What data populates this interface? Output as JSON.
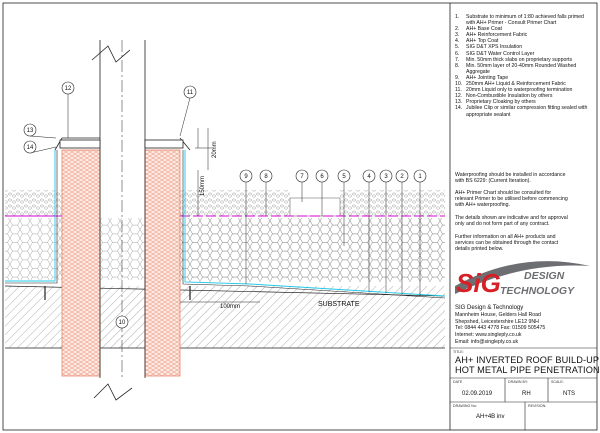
{
  "colors": {
    "brick": "#e8846a",
    "brick_fill": "#fde9e2",
    "magenta": "#d400d4",
    "cyan": "#22c8e8",
    "line": "#222222",
    "brand_red": "#d61f26",
    "brand_grey": "#6d6e71"
  },
  "callouts": [
    "1",
    "2",
    "3",
    "4",
    "5",
    "6",
    "7",
    "8",
    "9",
    "10",
    "11",
    "12",
    "13",
    "14"
  ],
  "dimensions": {
    "d20": "20mm",
    "d150": "150mm",
    "d100": "100mm"
  },
  "substrate_label": "SUBSTRATE",
  "notes": [
    {
      "n": "1.",
      "t": "Substrate to minimum of 1:80 achieved falls primed with AH+ Primer - Consult Primer Chart"
    },
    {
      "n": "2.",
      "t": "AH+ Base Coat"
    },
    {
      "n": "3.",
      "t": "AH+ Reinforcement Fabric"
    },
    {
      "n": "4.",
      "t": "AH+ Top Coat"
    },
    {
      "n": "5.",
      "t": "SIG D&T XPS Insulation"
    },
    {
      "n": "6.",
      "t": "SIG D&T Water Control Layer"
    },
    {
      "n": "7.",
      "t": "Min. 50mm thick slabs on proprietary supports"
    },
    {
      "n": "8.",
      "t": "Min. 50mm layer of 20-40mm Rounded Washed Aggregate"
    },
    {
      "n": "9.",
      "t": "AH+ Jointing Tape"
    },
    {
      "n": "10.",
      "t": "250mm AH+ Liquid & Reinforcement Fabric"
    },
    {
      "n": "11.",
      "t": "20mm Liquid only to waterproofing termination"
    },
    {
      "n": "12.",
      "t": "Non-Combustible Insulation by others"
    },
    {
      "n": "13.",
      "t": "Proprietary Cloaking by others"
    },
    {
      "n": "14.",
      "t": "Jubilee Clip or similar compression fitting sealed with appropriate sealant"
    }
  ],
  "paragraphs": [
    "Waterproofing should be installed in accordance\nwith BS 6229: (Current Iteration).",
    "AH+ Primer Chart should be consulted for\nrelevant Primer to be utilised before commencing\nwith AH+ waterproofing.",
    "The details shown are indicative and for approval\nonly and do not form part of any contract.",
    "Further information on all AH+ products and\nservices  can be obtained through the contact\ndetails printed below."
  ],
  "logo": {
    "mark": "SiG",
    "line1": "DESIGN",
    "line2": "TECHNOLOGY"
  },
  "contact": {
    "company": "SIG Design & Technology",
    "address1": "Mannheim House, Gelders Hall Road",
    "address2": "Shepshed, Leicestershire LE12 9NH",
    "tel": "Tel: 0844 443 4778 Fax: 01509 505475",
    "internet": "Internet: www.singleply.co.uk",
    "email": "Email: info@singleply.co.uk"
  },
  "title_block": {
    "title_label": "TITLE:",
    "title_line1": "AH+ INVERTED ROOF BUILD-UP",
    "title_line2": "HOT METAL PIPE PENETRATION",
    "date_label": "DATE",
    "date": "02.09.2019",
    "drawn_label": "DRAWN BY:",
    "drawn": "RH",
    "scale_label": "SCALE:",
    "scale": "NTS",
    "drawing_label": "DRAWING No:",
    "drawing": "AH+4B inv",
    "revision_label": "REVISION:"
  }
}
